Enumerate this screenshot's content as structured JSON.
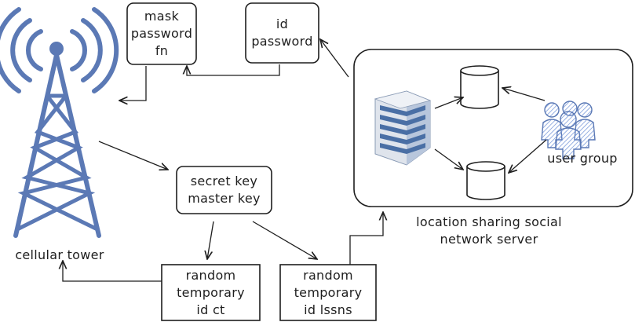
{
  "nodes": {
    "tower": {
      "label": "cellular tower"
    },
    "mask_box": {
      "lines": [
        "mask",
        "password",
        "fn"
      ]
    },
    "id_box": {
      "lines": [
        "id",
        "password"
      ]
    },
    "key_box": {
      "lines": [
        "secret key",
        "master key"
      ]
    },
    "rand_ct_box": {
      "lines": [
        "random",
        "temporary",
        "id ct"
      ]
    },
    "rand_lssns_box": {
      "lines": [
        "random",
        "temporary",
        "id lssns"
      ]
    },
    "server": {
      "label_lines": [
        "location sharing social",
        "network server"
      ]
    },
    "user_group": {
      "label": "user group"
    }
  },
  "colors": {
    "tower": "#5b79b5",
    "stroke": "#1e1e1e",
    "server": "#4a6fa5"
  }
}
